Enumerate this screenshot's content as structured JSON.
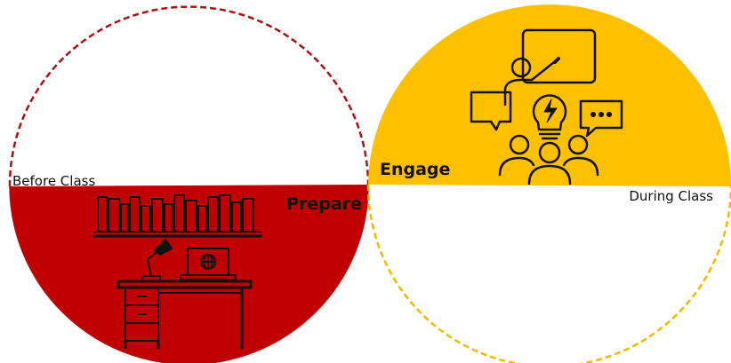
{
  "colors": {
    "prepare": "#c00000",
    "engage": "#ffc000",
    "ink": "#111111",
    "background": "#ffffff"
  },
  "phases": {
    "before": {
      "caption": "Before Class",
      "title": "Prepare",
      "icon": "study-desk-icon"
    },
    "during": {
      "caption": "During Class",
      "title": "Engage",
      "icon": "presentation-audience-icon"
    }
  }
}
